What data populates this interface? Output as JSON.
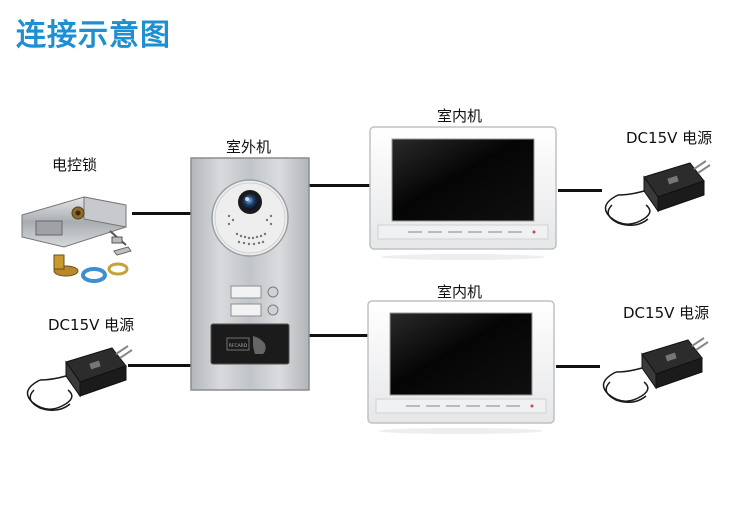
{
  "title": "连接示意图",
  "labels": {
    "lock": "电控锁",
    "outdoor_unit": "室外机",
    "indoor_unit_1": "室内机",
    "indoor_unit_2": "室内机",
    "power_outdoor": "DC15V 电源",
    "power_indoor_1": "DC15V 电源",
    "power_indoor_2": "DC15V 电源"
  },
  "panel_card_text": "RFCARD",
  "colors": {
    "title": "#1e90d2",
    "wire": "#111111"
  }
}
